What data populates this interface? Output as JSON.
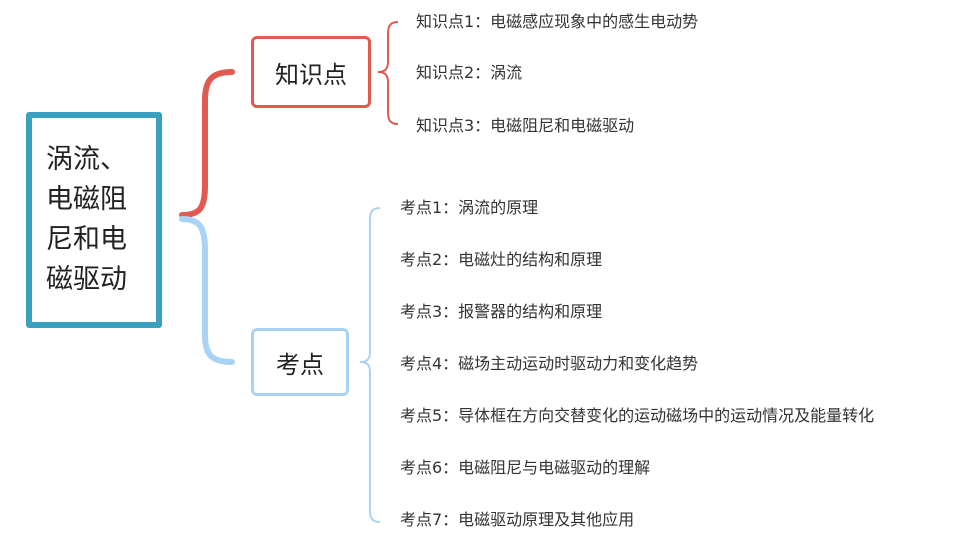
{
  "root": {
    "label": "涡流、电磁阻尼和电磁驱动"
  },
  "branches": [
    {
      "label": "知识点",
      "items": [
        "知识点1：电磁感应现象中的感生电动势",
        "知识点2：涡流",
        "知识点3：电磁阻尼和电磁驱动"
      ]
    },
    {
      "label": "考点",
      "items": [
        "考点1：涡流的原理",
        "考点2：电磁灶的结构和原理",
        "考点3：报警器的结构和原理",
        "考点4：磁场主动运动时驱动力和变化趋势",
        "考点5：导体框在方向交替变化的运动磁场中的运动情况及能量转化",
        "考点6：电磁阻尼与电磁驱动的理解",
        "考点7：电磁驱动原理及其他应用"
      ]
    }
  ],
  "colors": {
    "root_border": "#3aa0bf",
    "branch1": "#e05a4f",
    "branch2": "#a9d3f5"
  }
}
